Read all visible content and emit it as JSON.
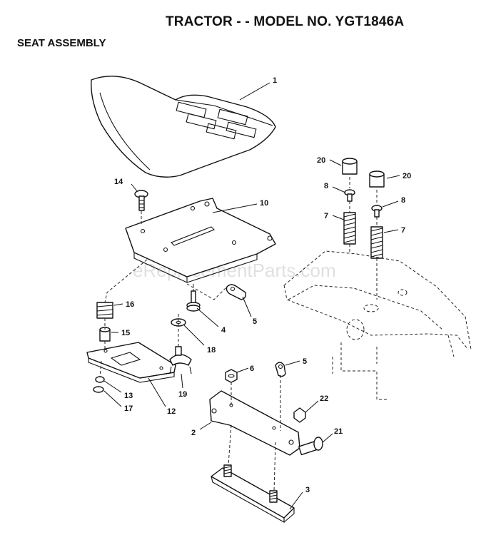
{
  "header": {
    "title": "TRACTOR - - MODEL NO. YGT1846A",
    "section": "SEAT ASSEMBLY"
  },
  "watermark": "eReplacementParts.com",
  "callouts": [
    {
      "id": "c1",
      "label": "1"
    },
    {
      "id": "c20a",
      "label": "20"
    },
    {
      "id": "c20b",
      "label": "20"
    },
    {
      "id": "c14",
      "label": "14"
    },
    {
      "id": "c10",
      "label": "10"
    },
    {
      "id": "c8a",
      "label": "8"
    },
    {
      "id": "c8b",
      "label": "8"
    },
    {
      "id": "c7a",
      "label": "7"
    },
    {
      "id": "c7b",
      "label": "7"
    },
    {
      "id": "c16",
      "label": "16"
    },
    {
      "id": "c15",
      "label": "15"
    },
    {
      "id": "c4",
      "label": "4"
    },
    {
      "id": "c5a",
      "label": "5"
    },
    {
      "id": "c18",
      "label": "18"
    },
    {
      "id": "c6",
      "label": "6"
    },
    {
      "id": "c5b",
      "label": "5"
    },
    {
      "id": "c13",
      "label": "13"
    },
    {
      "id": "c17",
      "label": "17"
    },
    {
      "id": "c12",
      "label": "12"
    },
    {
      "id": "c19",
      "label": "19"
    },
    {
      "id": "c22",
      "label": "22"
    },
    {
      "id": "c2",
      "label": "2"
    },
    {
      "id": "c21",
      "label": "21"
    },
    {
      "id": "c3",
      "label": "3"
    }
  ]
}
